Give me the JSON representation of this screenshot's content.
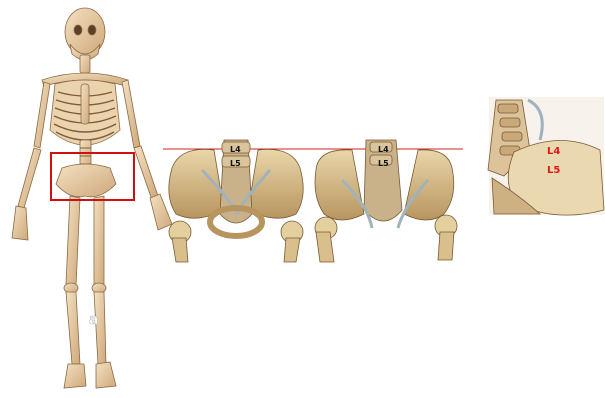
{
  "labels": {
    "front_view": {
      "upper": "L4",
      "lower": "L5"
    },
    "back_view": {
      "upper": "L4",
      "lower": "L5"
    },
    "side_view": {
      "upper": "L4",
      "lower": "L5"
    }
  },
  "watermark": "a",
  "colors": {
    "bone": "#e8cfa6",
    "bone_shade": "#c9a47a",
    "bone_dark": "#8c6a45",
    "highlight_box": "#d01010",
    "level_line": "#d42020",
    "side_label": "#e01818",
    "ligament": "#9fb3bd"
  }
}
